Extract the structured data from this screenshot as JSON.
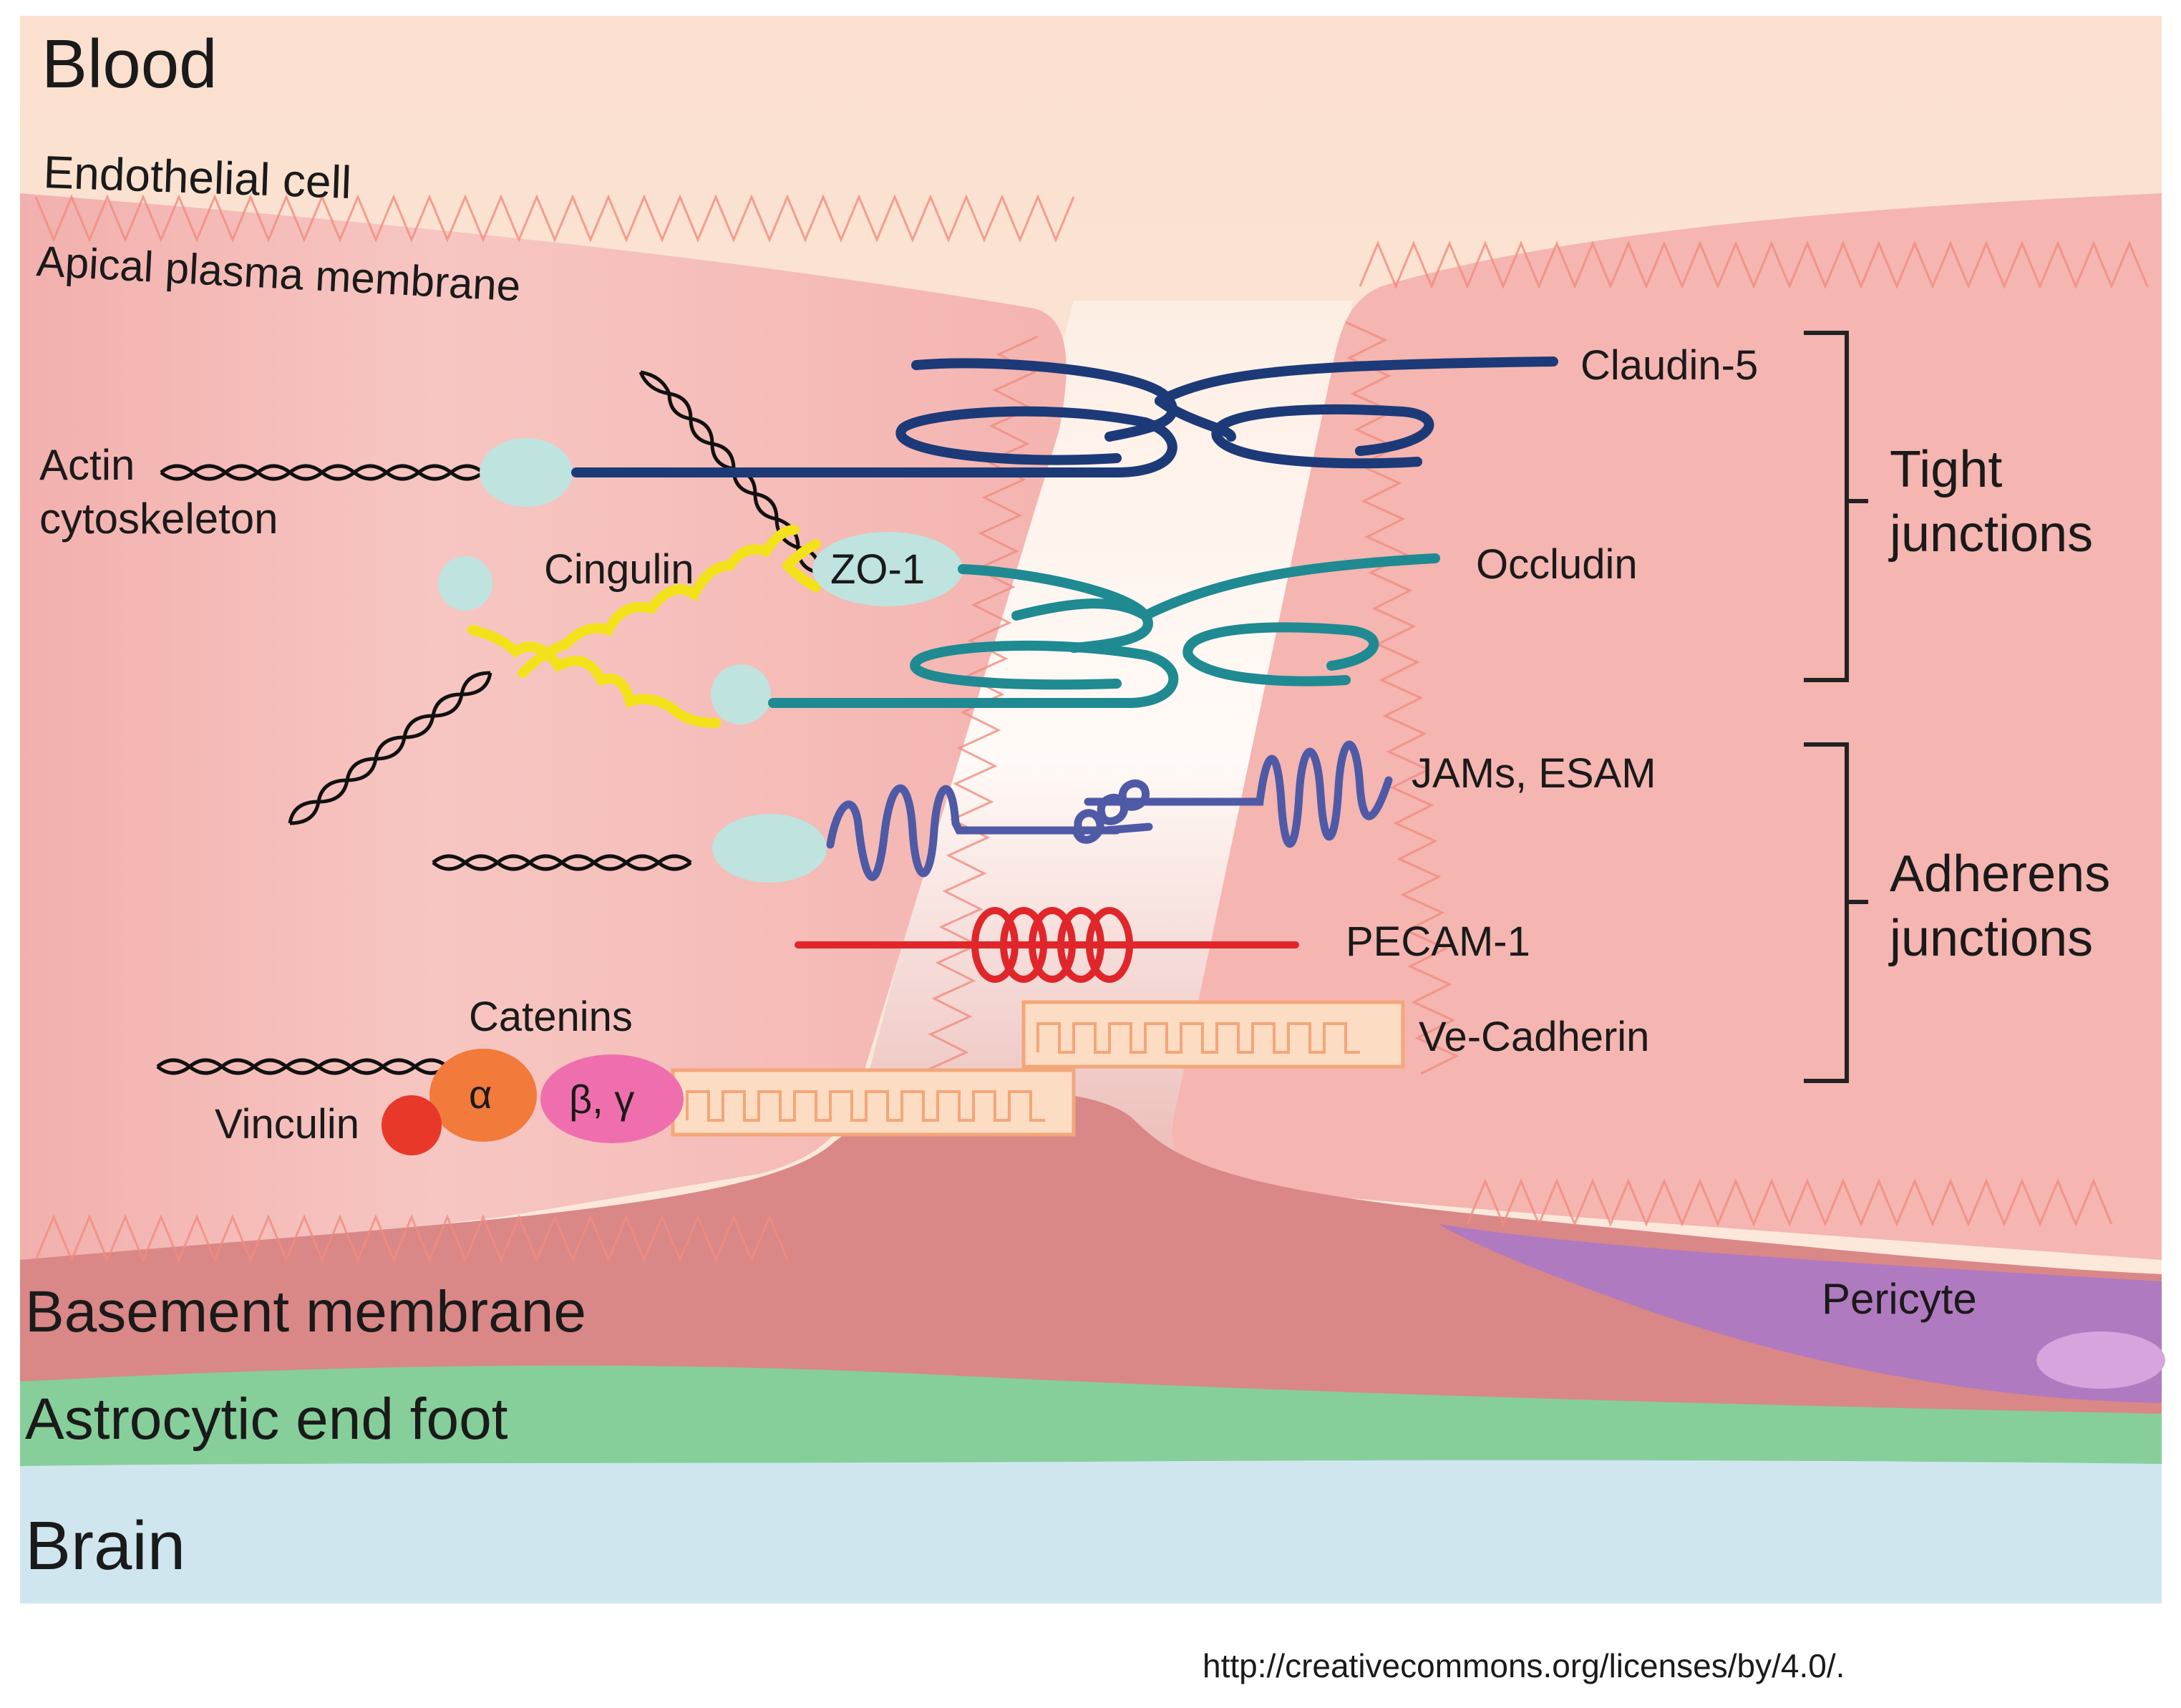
{
  "regions": {
    "blood": "Blood",
    "endothelial_cell": "Endothelial cell",
    "apical_membrane": "Apical plasma membrane",
    "basement_membrane": "Basement membrane",
    "astrocytic_end_foot": "Astrocytic end foot",
    "brain": "Brain",
    "pericyte": "Pericyte"
  },
  "left_labels": {
    "actin_line1": "Actin",
    "actin_line2": "cytoskeleton",
    "cingulin": "Cingulin",
    "zo1": "ZO-1",
    "catenins": "Catenins",
    "vinculin": "Vinculin",
    "alpha": "α",
    "beta_gamma": "β, γ"
  },
  "proteins": {
    "claudin5": "Claudin-5",
    "occludin": "Occludin",
    "jams_esam": "JAMs, ESAM",
    "pecam1": "PECAM-1",
    "ve_cadherin": "Ve-Cadherin"
  },
  "groups": {
    "tight_line1": "Tight",
    "tight_line2": "junctions",
    "adherens_line1": "Adherens",
    "adherens_line2": "junctions"
  },
  "credit": "http://creativecommons.org/licenses/by/4.0/.",
  "colors": {
    "blood_top": "#fbe3d1",
    "cell": "#f5b7b3",
    "basement": "#d98585",
    "astrocyte": "#86cf9a",
    "brain": "#cfe6ef",
    "pericyte": "#b07ac0",
    "claudin": "#1c3a78",
    "occludin": "#1f8a92",
    "jams": "#4f5aa6",
    "pecam": "#e0262b",
    "cadherin": "#f2a77a",
    "cingulin": "#f3e21a",
    "adaptor": "#bfe3df"
  }
}
